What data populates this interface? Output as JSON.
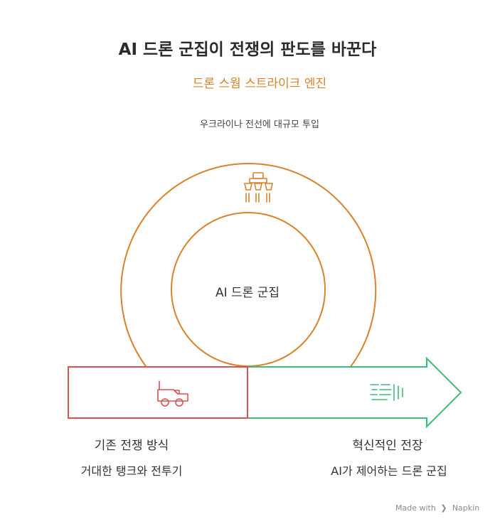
{
  "title": "AI 드론 군집이 전쟁의 판도를 바꾼다",
  "center": {
    "label": "AI 드론 군집"
  },
  "engine": {
    "title": "드론 스웜 스트라이크 엔진",
    "description": "우크라이나 전선에 대규모 투입"
  },
  "legacy": {
    "title": "기존 전쟁 방식",
    "description": "거대한 탱크와 전투기"
  },
  "new": {
    "title": "혁신적인 전장",
    "description": "AI가 제어하는 드론 군집"
  },
  "footer": {
    "text": "Made with",
    "brand": "Napkin"
  },
  "colors": {
    "orange": "#d9822b",
    "red": "#d9534f",
    "green": "#3dbb7a"
  },
  "icons": {
    "engine": "drone-swarm-icon",
    "legacy": "tank-icon",
    "new": "spray-icon"
  }
}
